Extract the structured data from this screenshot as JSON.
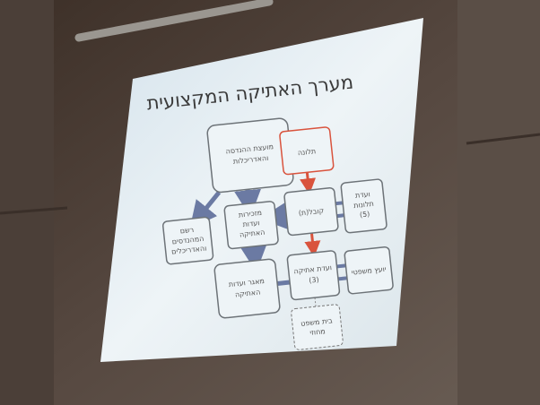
{
  "slide": {
    "title": "מערך האתיקה המקצועית"
  },
  "boxes": {
    "council": {
      "lines": [
        "מועצת ההנדסה",
        "והאדריכלות"
      ]
    },
    "complaint": {
      "lines": [
        "תלונה"
      ]
    },
    "complaints_committee": {
      "lines": [
        "ועדת",
        "תלונות",
        "(5)"
      ]
    },
    "complainant": {
      "lines": [
        "קובל(ת)"
      ]
    },
    "secretariat": {
      "lines": [
        "מזכירות",
        "ועדות",
        "האתיקה"
      ]
    },
    "registrar": {
      "lines": [
        "רשם",
        "המהנדסים",
        "והאדריכלים"
      ]
    },
    "pool": {
      "lines": [
        "מאגר ועדות",
        "האתיקה"
      ]
    },
    "ethics_committee": {
      "lines": [
        "ועדת אתיקה",
        "(3)"
      ]
    },
    "legal_advisor": {
      "lines": [
        "יועץ משפטי"
      ]
    },
    "court": {
      "lines": [
        "בית משפט",
        "מחוזי"
      ]
    }
  },
  "colors": {
    "arrow_blue": "#6b7aa3",
    "arrow_red": "#d9533d",
    "box_border": "#6d7378",
    "slide_bg": "#e3edf3",
    "wall": "#4a3c33"
  }
}
